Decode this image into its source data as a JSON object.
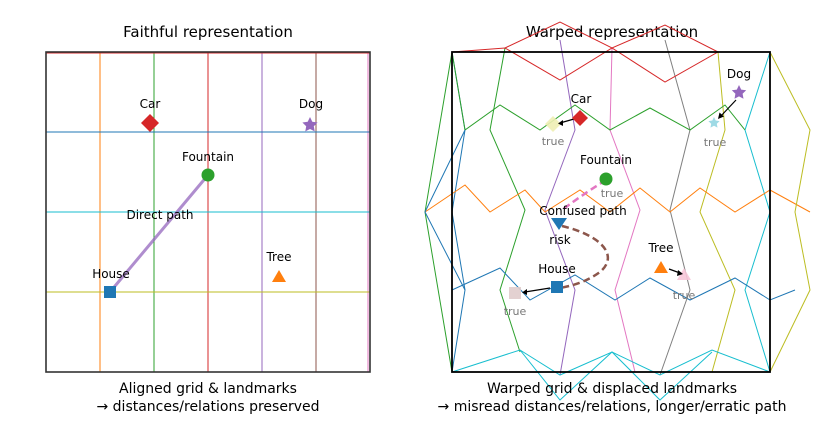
{
  "left_panel": {
    "title": "Faithful representation",
    "caption_line1": "Aligned grid & landmarks",
    "caption_line2": "→ distances/relations preserved",
    "landmarks": {
      "car": "Car",
      "dog": "Dog",
      "fountain": "Fountain",
      "house": "House",
      "tree": "Tree"
    },
    "path_label": "Direct path"
  },
  "right_panel": {
    "title": "Warped representation",
    "caption_line1": "Warped grid & displaced landmarks",
    "caption_line2": "→ misread distances/relations, longer/erratic path",
    "landmarks": {
      "car": "Car",
      "dog": "Dog",
      "fountain": "Fountain",
      "house": "House",
      "tree": "Tree"
    },
    "path_label": "Confused path",
    "risk_label": "risk",
    "true_label": "true"
  },
  "colors": {
    "car": "#d62728",
    "dog": "#9467bd",
    "fountain": "#2ca02c",
    "house": "#1f77b4",
    "tree": "#ff7f0e",
    "direct_path": "#9467bd",
    "confused_path_1": "#e377c2",
    "confused_path_2": "#8c564b"
  }
}
